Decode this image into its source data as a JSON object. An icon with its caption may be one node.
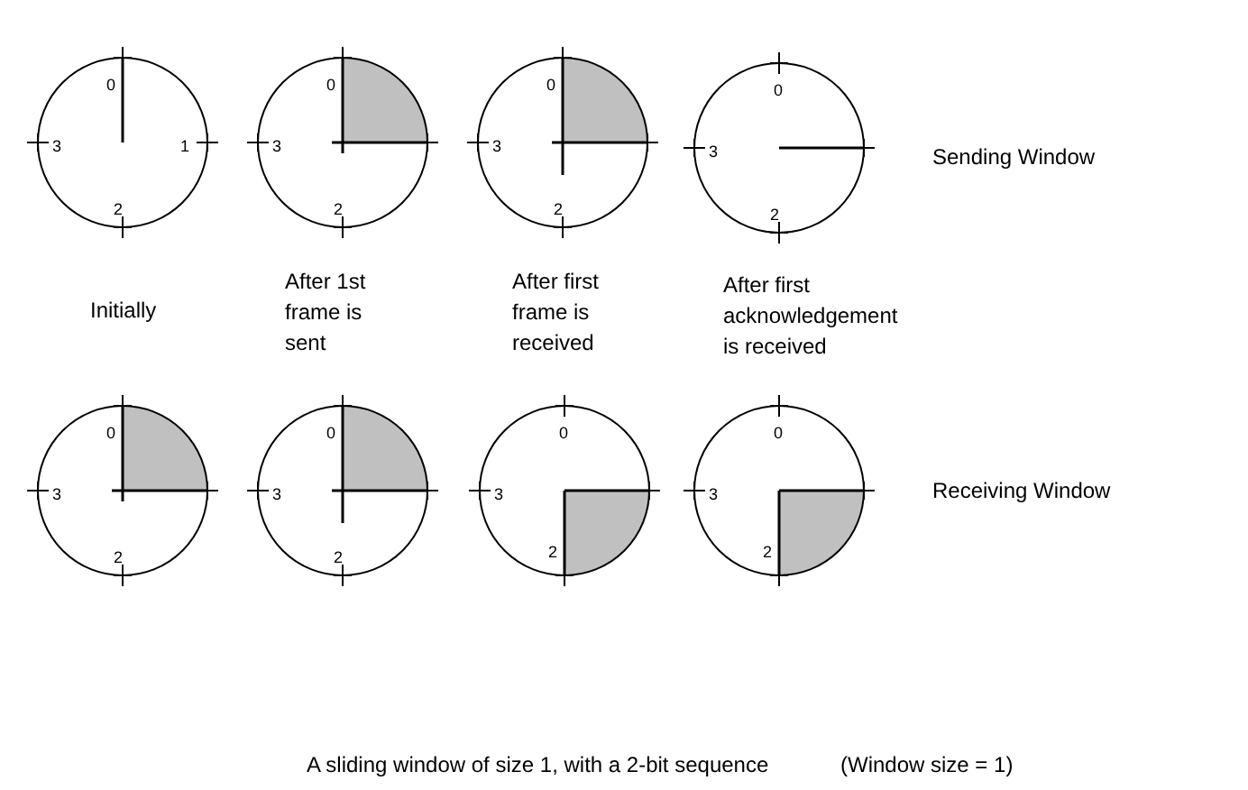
{
  "diagram": {
    "caption": "A sliding window of size 1, with a 2-bit sequence",
    "nodes": [
      {
        "text": [
          "0",
          "3",
          "1",
          "2"
        ]
      },
      {
        "text": [
          "0",
          "3",
          "2"
        ]
      },
      {
        "text": [
          "0",
          "3",
          "2"
        ]
      },
      {
        "text": [
          "0",
          "3",
          "2"
        ]
      },
      {
        "text": [
          "0",
          "3",
          "2"
        ]
      },
      {
        "text": [
          "0",
          "3",
          "2"
        ]
      },
      {
        "text": [
          "0",
          "3",
          "2"
        ]
      },
      {
        "text": [
          "0",
          "3",
          "2"
        ]
      }
    ],
    "labels": [
      "Sending Window",
      "Initially",
      "After 1st frame is sent",
      "After first frame is received",
      "After first acknowledgement is received",
      "Receiving Window",
      "(Window size = 1)"
    ]
  }
}
